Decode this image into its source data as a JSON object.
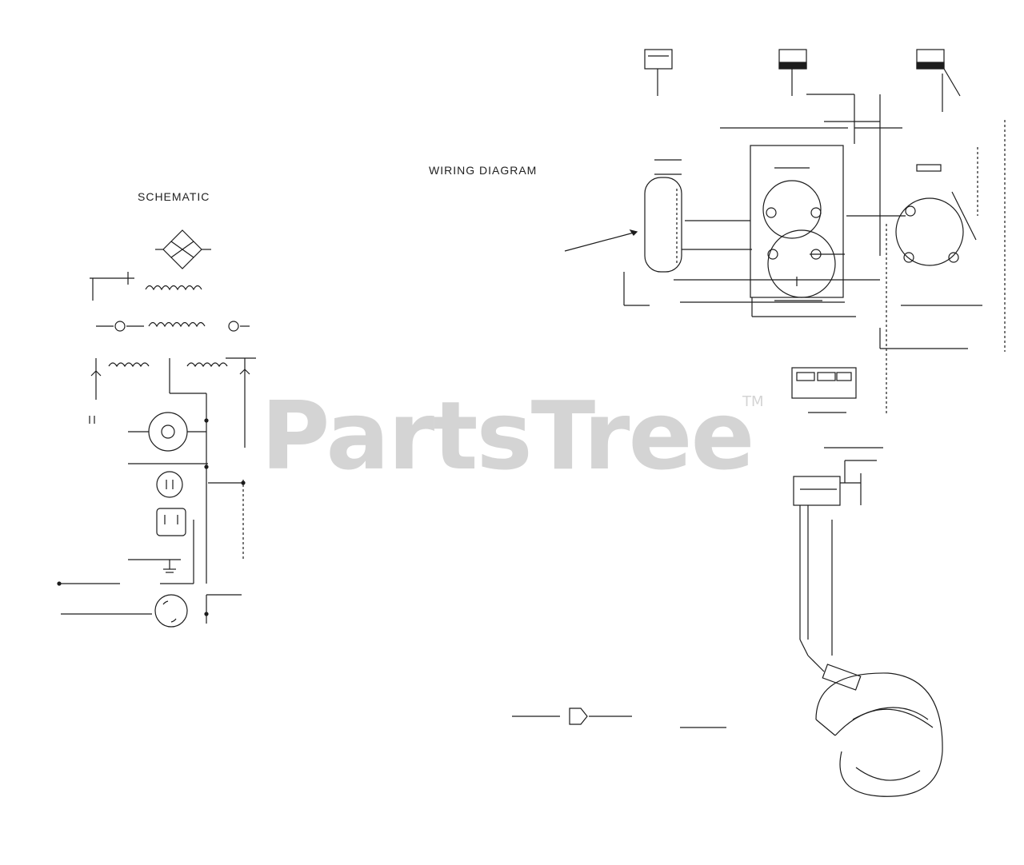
{
  "titles": {
    "schematic": "SCHEMATIC",
    "wiring": "WIRING DIAGRAM"
  },
  "watermark": {
    "brand": "PartsTree",
    "tm": "TM"
  },
  "colors": {
    "ink": "#1c1c1c",
    "watermark": "#d4d4d4",
    "background": "#ffffff"
  }
}
